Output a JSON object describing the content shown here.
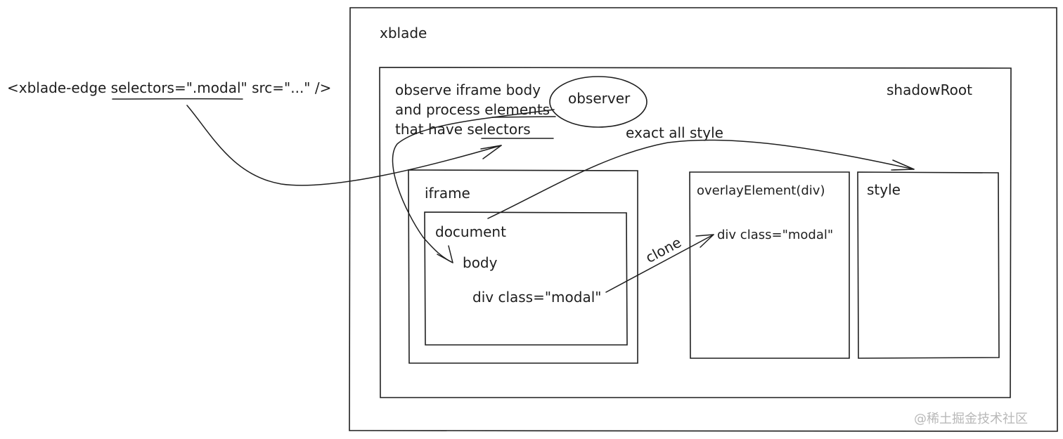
{
  "snippet": "<xblade-edge selectors=\".modal\" src=\"...\" />",
  "containers": {
    "xblade": "xblade",
    "shadow_root": "shadowRoot",
    "iframe": "iframe",
    "document": "document",
    "overlay": "overlayElement(div)",
    "style": "style"
  },
  "observer_note": {
    "line1": "observe iframe body",
    "line2": "and process elements",
    "line3": "that have selectors"
  },
  "observer": "observer",
  "labels": {
    "exact_style": "exact all style",
    "body": "body",
    "source_div": "div class=\"modal\"",
    "clone": "clone",
    "target_div": "div class=\"modal\""
  },
  "watermark": "@稀土掘金技术社区"
}
